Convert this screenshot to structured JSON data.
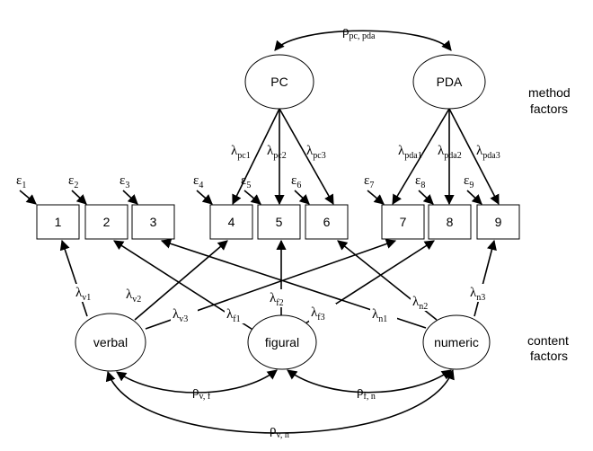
{
  "method_factors": [
    {
      "id": "pc",
      "label": "PC"
    },
    {
      "id": "pda",
      "label": "PDA"
    }
  ],
  "content_factors": [
    {
      "id": "verbal",
      "label": "verbal"
    },
    {
      "id": "figural",
      "label": "figural"
    },
    {
      "id": "numeric",
      "label": "numeric"
    }
  ],
  "indicators": [
    "1",
    "2",
    "3",
    "4",
    "5",
    "6",
    "7",
    "8",
    "9"
  ],
  "errors": [
    {
      "sym": "ε",
      "sub": "1"
    },
    {
      "sym": "ε",
      "sub": "2"
    },
    {
      "sym": "ε",
      "sub": "3"
    },
    {
      "sym": "ε",
      "sub": "4"
    },
    {
      "sym": "ε",
      "sub": "5"
    },
    {
      "sym": "ε",
      "sub": "6"
    },
    {
      "sym": "ε",
      "sub": "7"
    },
    {
      "sym": "ε",
      "sub": "8"
    },
    {
      "sym": "ε",
      "sub": "9"
    }
  ],
  "method_loadings": [
    {
      "sym": "λ",
      "sub": "pc1"
    },
    {
      "sym": "λ",
      "sub": "pc2"
    },
    {
      "sym": "λ",
      "sub": "pc3"
    },
    {
      "sym": "λ",
      "sub": "pda1"
    },
    {
      "sym": "λ",
      "sub": "pda2"
    },
    {
      "sym": "λ",
      "sub": "pda3"
    }
  ],
  "content_loadings": [
    {
      "sym": "λ",
      "sub": "v1"
    },
    {
      "sym": "λ",
      "sub": "v2"
    },
    {
      "sym": "λ",
      "sub": "v3"
    },
    {
      "sym": "λ",
      "sub": "f1"
    },
    {
      "sym": "λ",
      "sub": "f2"
    },
    {
      "sym": "λ",
      "sub": "f3"
    },
    {
      "sym": "λ",
      "sub": "n1"
    },
    {
      "sym": "λ",
      "sub": "n2"
    },
    {
      "sym": "λ",
      "sub": "n3"
    }
  ],
  "correlations": [
    {
      "sym": "ρ",
      "sub": "pc, pda"
    },
    {
      "sym": "ρ",
      "sub": "v, f"
    },
    {
      "sym": "ρ",
      "sub": "f, n"
    },
    {
      "sym": "ρ",
      "sub": "v, n"
    }
  ],
  "side_labels": {
    "method": [
      "method",
      "factors"
    ],
    "content": [
      "content",
      "factors"
    ]
  }
}
